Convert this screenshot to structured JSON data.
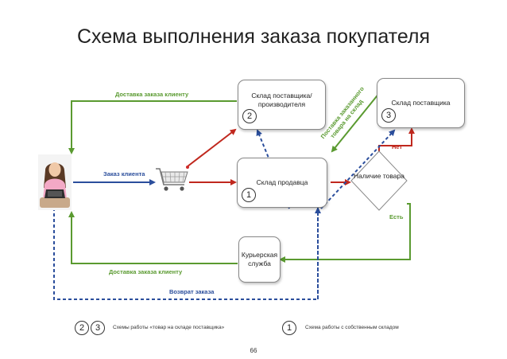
{
  "title": "Схема выполнения заказа покупателя",
  "nodes": {
    "supplier_manufacturer": {
      "label": "Склад поставщика/ производителя",
      "badge": "2"
    },
    "supplier": {
      "label": "Склад поставщика",
      "badge": "3"
    },
    "seller": {
      "label": "Склад продавца",
      "badge": "1"
    },
    "courier": {
      "label": "Курьерская служба"
    },
    "stock_check": {
      "label": "Наличие товара"
    }
  },
  "edge_labels": {
    "delivery_top": "Доставка заказа клиенту",
    "customer_order": "Заказ клиента",
    "supply_line1": "Поставка заказанного",
    "supply_line2": "товара на склад",
    "no": "Нет",
    "yes": "Есть",
    "delivery_bottom": "Доставка заказа клиенту",
    "return": "Возврат заказа"
  },
  "legend": {
    "badge_a": "2",
    "badge_b": "3",
    "text_left": "Схемы работы «товар на складе поставщика»",
    "badge_c": "1",
    "text_right": "Схема работы с собственным складом"
  },
  "page_number": "66",
  "colors": {
    "green": "#5a9a30",
    "blue": "#2b4e9c",
    "red": "#c0281e",
    "dashed_blue": "#2b4e9c"
  },
  "icons": {
    "customer": "woman-with-laptop-photo",
    "cart": "shopping-cart-icon"
  }
}
